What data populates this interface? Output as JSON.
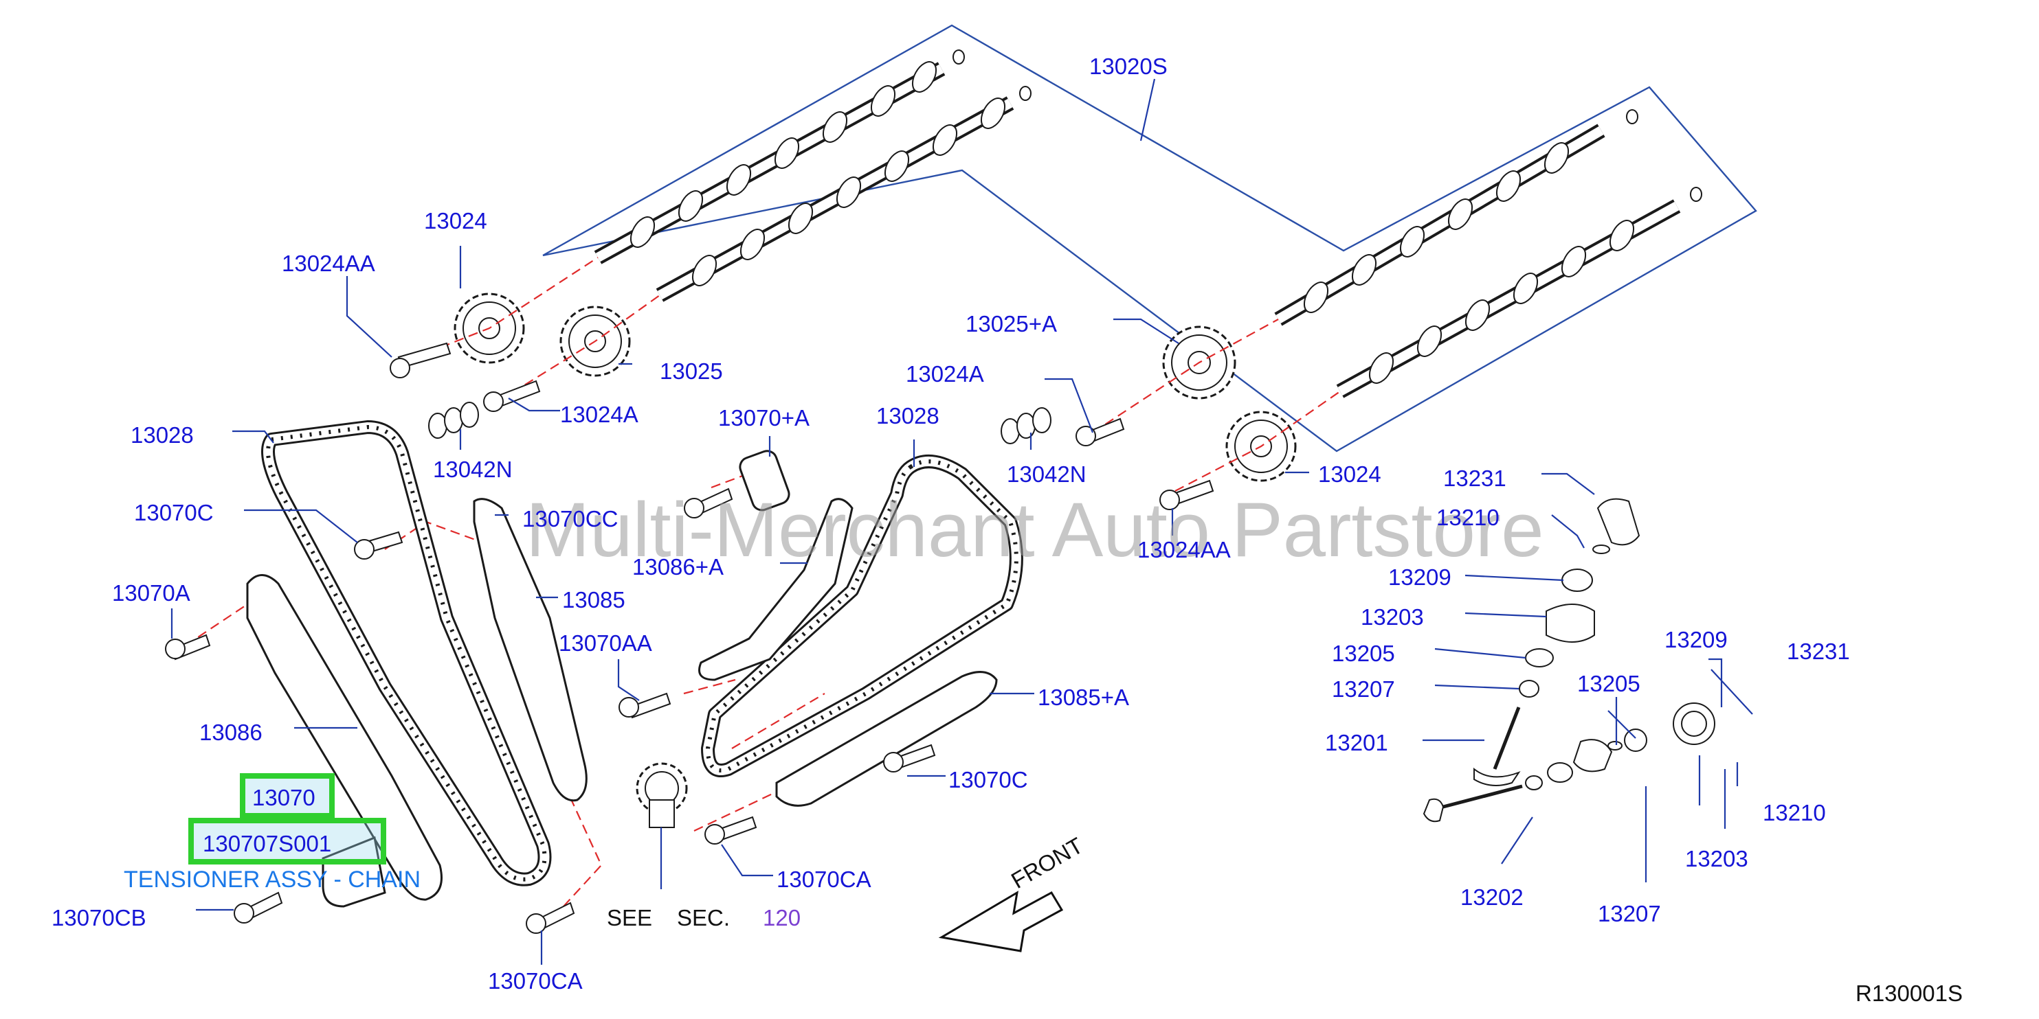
{
  "watermark": "Multi-Merchant Auto Partstore",
  "diagram_code": "R130001S",
  "front_label": "FRONT",
  "see_sec": {
    "see": "SEE",
    "sec": "SEC.",
    "ref": "120"
  },
  "highlighted": {
    "part": "13070",
    "subpart": "130707S001",
    "description": "TENSIONER ASSY - CHAIN"
  },
  "labels": {
    "p13020S": "13020S",
    "p13024_top": "13024",
    "p13024AA_left": "13024AA",
    "p13025": "13025",
    "p13024A_left": "13024A",
    "p13042N_left": "13042N",
    "p13028_left": "13028",
    "p13070C_left": "13070C",
    "p13070CC": "13070CC",
    "p13085": "13085",
    "p13070A": "13070A",
    "p13086": "13086",
    "p13070CB": "13070CB",
    "p13070CA_bottom": "13070CA",
    "p13070plusA": "13070+A",
    "p13086plusA": "13086+A",
    "p13070AA": "13070AA",
    "p13028_right": "13028",
    "p13025plusA": "13025+A",
    "p13024A_right": "13024A",
    "p13042N_right": "13042N",
    "p13024_right": "13024",
    "p13024AA_right": "13024AA",
    "p13085plusA": "13085+A",
    "p13070C_right": "13070C",
    "p13070CA_right": "13070CA",
    "p13231_top": "13231",
    "p13210_top": "13210",
    "p13209_left": "13209",
    "p13203_left": "13203",
    "p13205_left": "13205",
    "p13207_left": "13207",
    "p13201": "13201",
    "p13209_right": "13209",
    "p13231_right": "13231",
    "p13205_right": "13205",
    "p13210_right": "13210",
    "p13203_bottom": "13203",
    "p13202": "13202",
    "p13207_bottom": "13207"
  }
}
